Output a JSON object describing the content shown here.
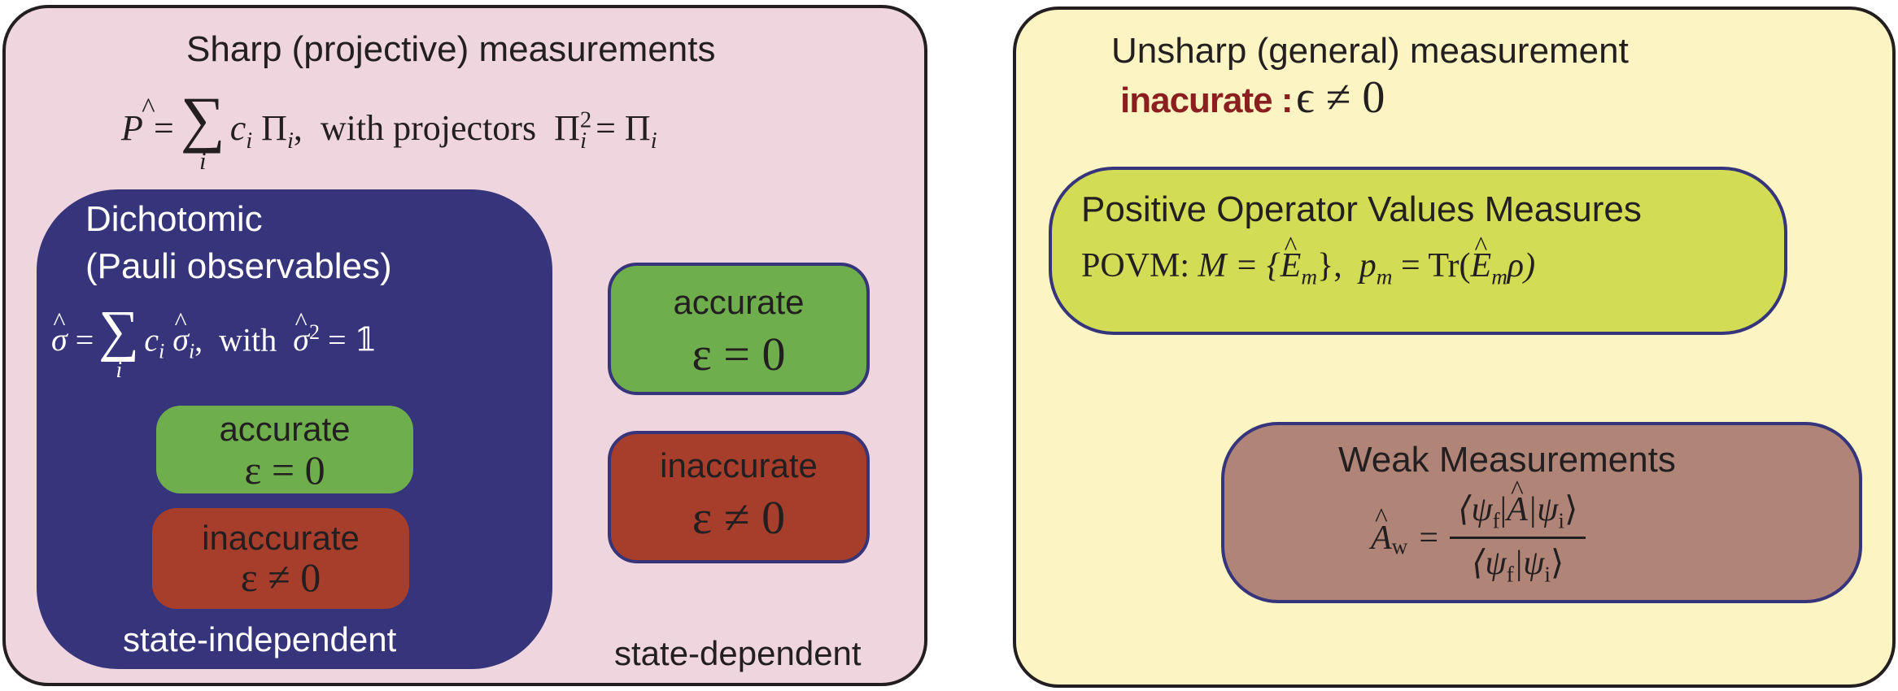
{
  "sharp": {
    "title": "Sharp (projective) measurements",
    "formula": {
      "lhs": "P = ",
      "term": "c",
      "sub_i": "i",
      "pi": "Π",
      "with_text": "with projectors",
      "proj_lhs": "Π",
      "proj_rhs": "= Π"
    },
    "state_dependent_label": "state-dependent",
    "accurate_box": {
      "label": "accurate",
      "equation": "ε = 0"
    },
    "inaccurate_box": {
      "label": "inaccurate",
      "equation": "ε ≠ 0"
    }
  },
  "dichotomic": {
    "title_line1": "Dichotomic",
    "title_line2": "(Pauli observables)",
    "formula": {
      "sigma": "σ",
      "eq": "=",
      "term": "c",
      "with_text": "with",
      "rhs": "= 𝟙"
    },
    "accurate_box": {
      "label": "accurate",
      "equation": "ε = 0"
    },
    "inaccurate_box": {
      "label": "inaccurate",
      "equation": "ε ≠ 0"
    },
    "state_independent_label": "state-independent"
  },
  "unsharp": {
    "title": "Unsharp (general) measurement",
    "inaccurate_label": "inacurate :",
    "inaccurate_equation": "ϵ ≠ 0",
    "povm": {
      "title": "Positive Operator Values Measures",
      "prefix": "POVM:",
      "set_lhs": "M = {",
      "E": "E",
      "m": "m",
      "set_rhs": "},",
      "p": "p",
      "tr": "= Tr(",
      "rho": "ρ)"
    },
    "weak": {
      "title": "Weak Measurements",
      "A": "A",
      "w": "w",
      "eq": "=",
      "numerator_left": "⟨ψ",
      "f": "f",
      "bar": "|",
      "numerator_mid": "|ψ",
      "i": "i",
      "close": "⟩",
      "denominator_left": "⟨ψ",
      "denominator_mid": "|ψ"
    }
  },
  "colors": {
    "sharp_bg": "#efd5de",
    "unsharp_bg": "#fcf4c2",
    "dichotomic_bg": "#36347a",
    "accurate_green": "#6fae4d",
    "inaccurate_red": "#a63e2b",
    "povm_bg": "#d2dd55",
    "weak_bg": "#b08578",
    "inacurate_text": "#8b1f1f"
  }
}
